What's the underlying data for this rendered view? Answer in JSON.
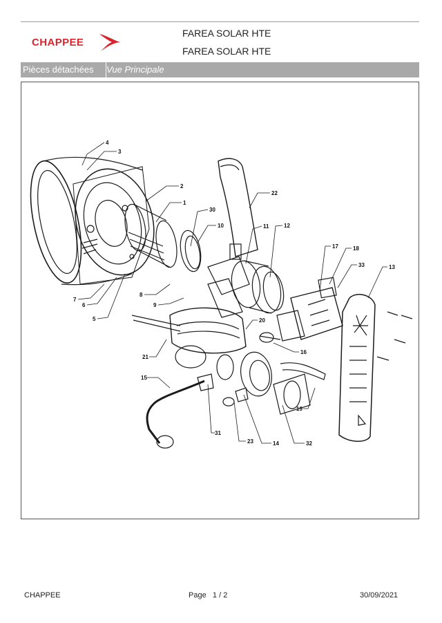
{
  "header": {
    "brand": "CHAPPEE",
    "title_line1": "FAREA SOLAR HTE",
    "title_line2": "FAREA SOLAR HTE"
  },
  "section_bar": {
    "category": "Pièces détachées",
    "view": "Vue Principale"
  },
  "callouts": [
    "1",
    "2",
    "3",
    "4",
    "5",
    "6",
    "7",
    "8",
    "9",
    "10",
    "11",
    "12",
    "13",
    "14",
    "15",
    "16",
    "17",
    "18",
    "19",
    "20",
    "21",
    "22",
    "23",
    "30",
    "31",
    "32",
    "33"
  ],
  "footer": {
    "company": "CHAPPEE",
    "page_label": "Page",
    "page_current": "1",
    "page_separator": "/",
    "page_total": "2",
    "date": "30/09/2021"
  },
  "colors": {
    "brand_red": "#d7262e",
    "bar_gray": "#a9a9a9",
    "line": "#1a1a1a"
  }
}
